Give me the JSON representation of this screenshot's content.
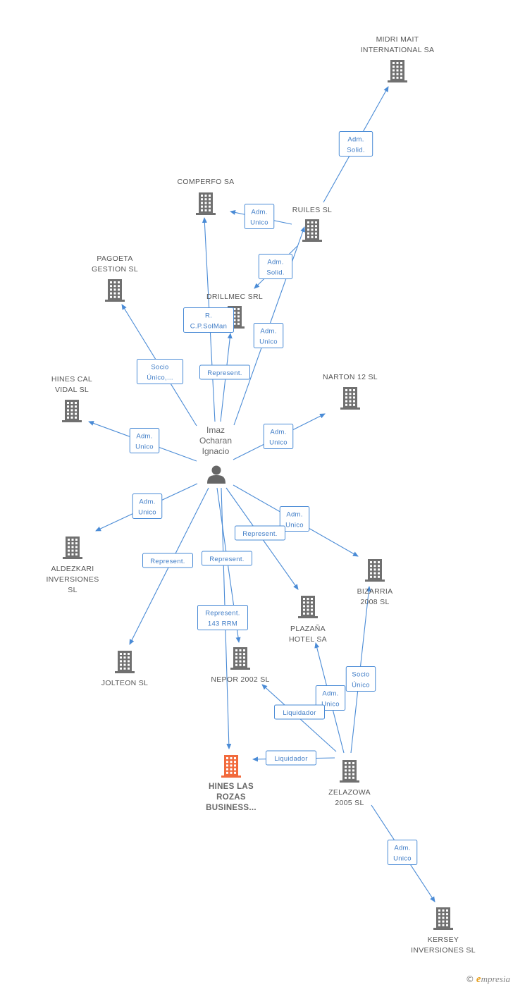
{
  "colors": {
    "edge": "#4a8bd6",
    "building": "#707070",
    "focus": "#f26a3c",
    "person": "#666666"
  },
  "person": {
    "id": "imaz",
    "lines": [
      "Imaz",
      "Ocharan",
      "Ignacio"
    ],
    "icon": "person-icon"
  },
  "nodes": [
    {
      "id": "midri",
      "lines": [
        "MIDRI MAIT",
        "INTERNATIONAL SA"
      ],
      "icon": "building-icon"
    },
    {
      "id": "comperfo",
      "lines": [
        "COMPERFO SA"
      ],
      "icon": "building-icon"
    },
    {
      "id": "ruiles",
      "lines": [
        "RUILES SL"
      ],
      "icon": "building-icon"
    },
    {
      "id": "pagoeta",
      "lines": [
        "PAGOETA",
        "GESTION SL"
      ],
      "icon": "building-icon"
    },
    {
      "id": "drillmec",
      "lines": [
        "DRILLMEC SRL"
      ],
      "icon": "building-icon"
    },
    {
      "id": "hinescal",
      "lines": [
        "HINES CAL",
        "VIDAL  SL"
      ],
      "icon": "building-icon"
    },
    {
      "id": "narton",
      "lines": [
        "NARTON 12 SL"
      ],
      "icon": "building-icon"
    },
    {
      "id": "aldezkari",
      "lines": [
        "ALDEZKARI",
        "INVERSIONES",
        "SL"
      ],
      "icon": "building-icon"
    },
    {
      "id": "bizarria",
      "lines": [
        "BIZARRIA",
        "2008 SL"
      ],
      "icon": "building-icon"
    },
    {
      "id": "plazana",
      "lines": [
        "PLAZAÑA",
        "HOTEL SA"
      ],
      "icon": "building-icon"
    },
    {
      "id": "jolteon",
      "lines": [
        "JOLTEON SL"
      ],
      "icon": "building-icon"
    },
    {
      "id": "nepor",
      "lines": [
        "NEPOR 2002 SL"
      ],
      "icon": "building-icon"
    },
    {
      "id": "hineslas",
      "lines": [
        "HINES LAS",
        "ROZAS",
        "BUSINESS..."
      ],
      "icon": "building-icon",
      "focus": true
    },
    {
      "id": "zelazowa",
      "lines": [
        "ZELAZOWA",
        "2005  SL"
      ],
      "icon": "building-icon"
    },
    {
      "id": "kersey",
      "lines": [
        "KERSEY",
        "INVERSIONES SL"
      ],
      "icon": "building-icon"
    }
  ],
  "edges": [
    {
      "id": "ruiles-midri",
      "lines": [
        "Adm.",
        "Solid."
      ]
    },
    {
      "id": "ruiles-comperfo",
      "lines": [
        "Adm.",
        "Unico"
      ]
    },
    {
      "id": "ruiles-drillmec",
      "lines": [
        "Adm.",
        "Solid."
      ]
    },
    {
      "id": "imaz-comperfo",
      "lines": [
        "R.",
        "C.P.SolMan"
      ]
    },
    {
      "id": "imaz-drillmec",
      "lines": [
        "Represent."
      ]
    },
    {
      "id": "imaz-ruiles",
      "lines": [
        "Adm.",
        "Unico"
      ]
    },
    {
      "id": "imaz-pagoeta",
      "lines": [
        "Socio",
        "Único,..."
      ]
    },
    {
      "id": "imaz-hinescal",
      "lines": [
        "Adm.",
        "Unico"
      ]
    },
    {
      "id": "imaz-narton",
      "lines": [
        "Adm.",
        "Unico"
      ]
    },
    {
      "id": "imaz-aldezkari",
      "lines": [
        "Adm.",
        "Unico"
      ]
    },
    {
      "id": "imaz-bizarria",
      "lines": [
        "Adm.",
        "Unico"
      ]
    },
    {
      "id": "imaz-plazana",
      "lines": [
        "Represent."
      ]
    },
    {
      "id": "imaz-jolteon",
      "lines": [
        "Represent."
      ]
    },
    {
      "id": "imaz-nepor",
      "lines": [
        "Represent."
      ]
    },
    {
      "id": "imaz-hineslas",
      "lines": [
        "Represent.",
        "143 RRM"
      ]
    },
    {
      "id": "zelazowa-bizarria",
      "lines": [
        "Socio",
        "Único"
      ]
    },
    {
      "id": "zelazowa-plazana",
      "lines": [
        "Adm.",
        "Unico"
      ]
    },
    {
      "id": "zelazowa-nepor",
      "lines": [
        "Liquidador"
      ]
    },
    {
      "id": "zelazowa-hineslas",
      "lines": [
        "Liquidador"
      ]
    },
    {
      "id": "zelazowa-kersey",
      "lines": [
        "Adm.",
        "Unico"
      ]
    }
  ],
  "footer": {
    "copyright": "©",
    "brand_initial": "e",
    "brand_rest": "mpresia"
  }
}
